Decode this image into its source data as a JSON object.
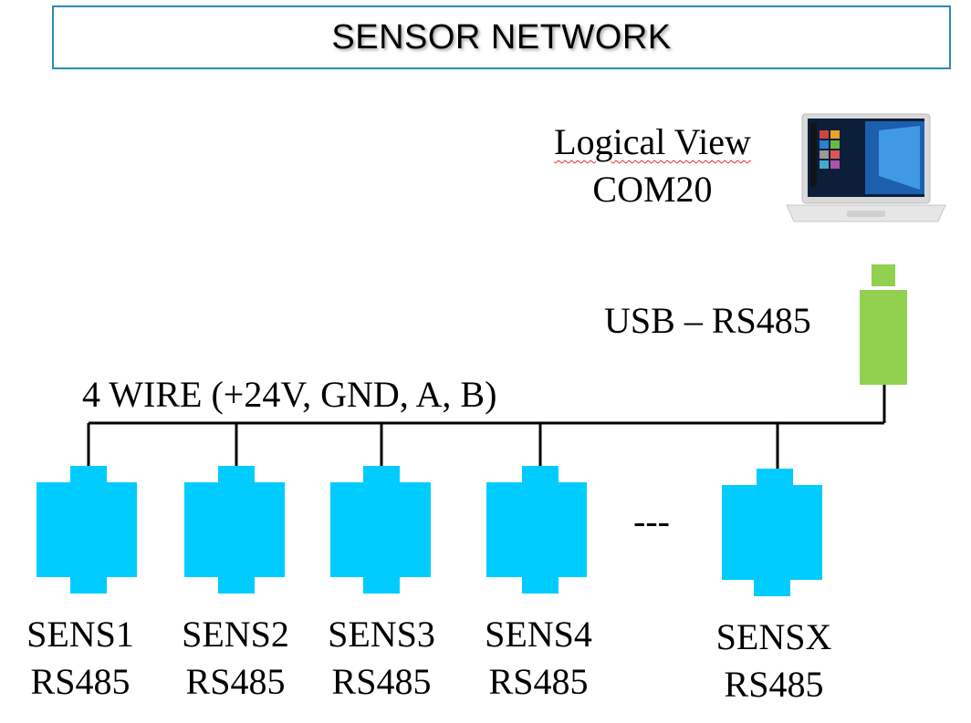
{
  "title": "SENSOR NETWORK",
  "logical_view": {
    "line1": "Logical View",
    "line2": "COM20"
  },
  "usb_label": "USB – RS485",
  "wire_label": "4 WIRE  (+24V, GND, A, B)",
  "ellipsis": "---",
  "sensors": [
    {
      "name": "SENS1",
      "type": "RS485"
    },
    {
      "name": "SENS2",
      "type": "RS485"
    },
    {
      "name": "SENS3",
      "type": "RS485"
    },
    {
      "name": "SENS4",
      "type": "RS485"
    },
    {
      "name": "SENSX",
      "type": "RS485"
    }
  ],
  "colors": {
    "sensor": "#00ccff",
    "usb_adapter": "#92d050",
    "title_border": "#2a8db0",
    "wire": "#000000"
  },
  "icons": {
    "computer": "laptop-icon",
    "adapter": "usb-rs485-adapter-icon"
  }
}
